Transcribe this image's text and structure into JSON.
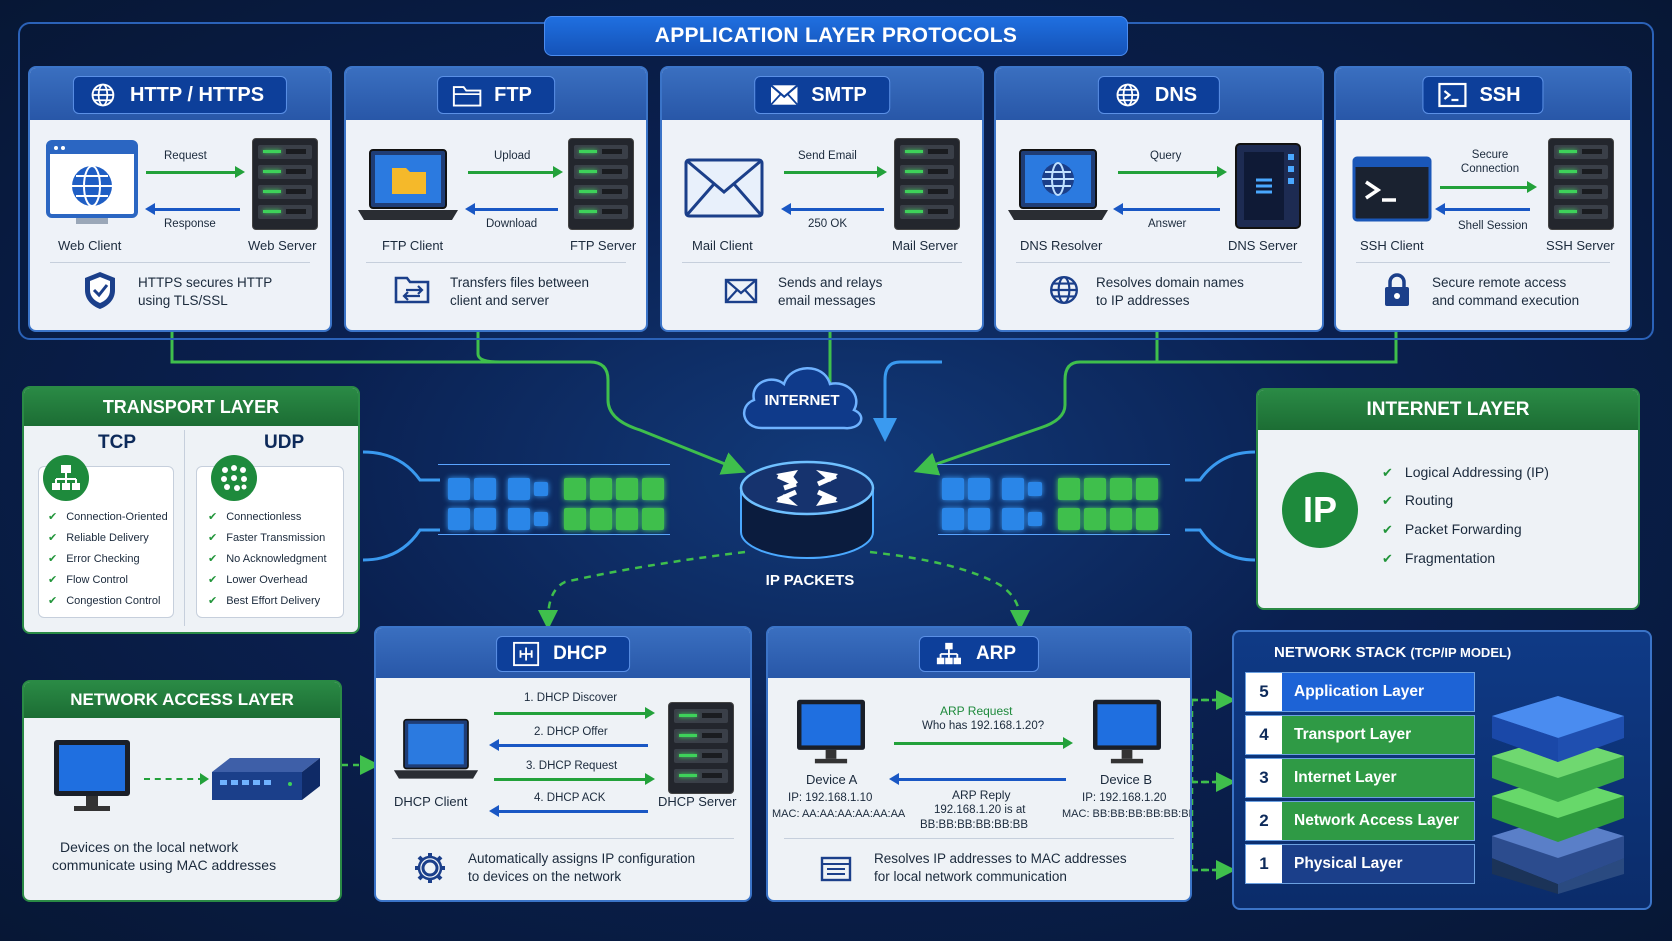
{
  "title": "APPLICATION LAYER PROTOCOLS",
  "protocols": [
    {
      "name": "HTTP / HTTPS",
      "icon": "globe-icon",
      "client": "Web Client",
      "server": "Web Server",
      "request": "Request",
      "response": "Response",
      "desc1": "HTTPS secures HTTP",
      "desc2": "using TLS/SSL",
      "desc_icon": "shield-check-icon"
    },
    {
      "name": "FTP",
      "icon": "folder-icon",
      "client": "FTP Client",
      "server": "FTP Server",
      "request": "Upload",
      "response": "Download",
      "desc1": "Transfers files between",
      "desc2": "client and server",
      "desc_icon": "folder-transfer-icon"
    },
    {
      "name": "SMTP",
      "icon": "envelope-icon",
      "client": "Mail Client",
      "server": "Mail Server",
      "request": "Send Email",
      "response": "250 OK",
      "desc1": "Sends and relays",
      "desc2": "email messages",
      "desc_icon": "envelope-icon"
    },
    {
      "name": "DNS",
      "icon": "globe-icon",
      "client": "DNS Resolver",
      "server": "DNS Server",
      "request": "Query",
      "response": "Answer",
      "desc1": "Resolves domain names",
      "desc2": "to IP addresses",
      "desc_icon": "globe-icon"
    },
    {
      "name": "SSH",
      "icon": "terminal-icon",
      "client": "SSH Client",
      "server": "SSH Server",
      "request_line1": "Secure",
      "request_line2": "Connection",
      "response": "Shell Session",
      "desc1": "Secure remote access",
      "desc2": "and command execution",
      "desc_icon": "lock-icon"
    }
  ],
  "transport": {
    "title": "TRANSPORT LAYER",
    "tcp": {
      "name": "TCP",
      "items": [
        "Connection-Oriented",
        "Reliable Delivery",
        "Error Checking",
        "Flow Control",
        "Congestion Control"
      ]
    },
    "udp": {
      "name": "UDP",
      "items": [
        "Connectionless",
        "Faster Transmission",
        "No Acknowledgment",
        "Lower Overhead",
        "Best Effort Delivery"
      ]
    }
  },
  "internet_cloud": "INTERNET",
  "ip_packets": "IP PACKETS",
  "internet_layer": {
    "title": "INTERNET LAYER",
    "badge": "IP",
    "items": [
      "Logical Addressing (IP)",
      "Routing",
      "Packet Forwarding",
      "Fragmentation"
    ]
  },
  "network_access": {
    "title": "NETWORK ACCESS LAYER",
    "desc1": "Devices on the local network",
    "desc2": "communicate using MAC addresses"
  },
  "dhcp": {
    "title": "DHCP",
    "client": "DHCP Client",
    "server": "DHCP Server",
    "steps": [
      "1. DHCP Discover",
      "2. DHCP Offer",
      "3. DHCP Request",
      "4. DHCP ACK"
    ],
    "desc1": "Automatically assigns IP configuration",
    "desc2": "to devices on the network"
  },
  "arp": {
    "title": "ARP",
    "request1": "ARP Request",
    "request2": "Who has 192.168.1.20?",
    "reply1": "ARP Reply",
    "reply2": "192.168.1.20 is at",
    "reply3": "BB:BB:BB:BB:BB:BB",
    "device_a": {
      "name": "Device A",
      "ip": "IP: 192.168.1.10",
      "mac": "MAC: AA:AA:AA:AA:AA:AA"
    },
    "device_b": {
      "name": "Device B",
      "ip": "IP: 192.168.1.20",
      "mac": "MAC: BB:BB:BB:BB:BB:BB"
    },
    "desc1": "Resolves IP addresses to MAC addresses",
    "desc2": "for local network communication"
  },
  "stack": {
    "title": "NETWORK STACK",
    "subtitle": "(TCP/IP MODEL)",
    "layers": [
      {
        "num": "5",
        "name": "Application Layer",
        "color": "#1d63d6"
      },
      {
        "num": "4",
        "name": "Transport Layer",
        "color": "#2f9a45"
      },
      {
        "num": "3",
        "name": "Internet Layer",
        "color": "#2f9a45"
      },
      {
        "num": "2",
        "name": "Network Access Layer",
        "color": "#2f9a45"
      },
      {
        "num": "1",
        "name": "Physical Layer",
        "color": "#1b3f8a"
      }
    ]
  }
}
